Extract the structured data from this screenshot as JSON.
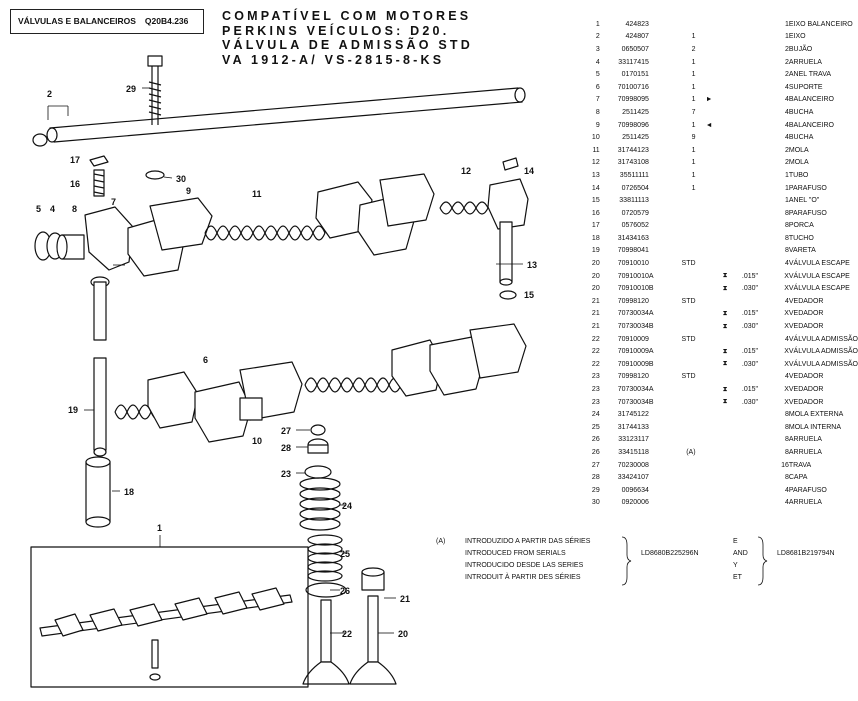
{
  "header": {
    "section": "VÁLVULAS E BALANCEIROS",
    "code": "Q20B4.236"
  },
  "compat_lines": [
    "COMPATÍVEL COM MOTORES",
    "PERKINS VEÍCULOS: D20.",
    "VÁLVULA DE ADMISSÃO STD",
    "VA 1912-A/ VS-2815-8-KS"
  ],
  "callouts": [
    "1",
    "2",
    "4",
    "5",
    "6",
    "7",
    "8",
    "9",
    "10",
    "11",
    "12",
    "13",
    "14",
    "15",
    "16",
    "17",
    "18",
    "19",
    "20",
    "21",
    "22",
    "23",
    "24",
    "25",
    "26",
    "27",
    "28",
    "29",
    "30"
  ],
  "parts": [
    {
      "item": "1",
      "pn": "424823",
      "var": "",
      "qty": "",
      "dir": "",
      "mark": "",
      "ov": "",
      "q2": "1",
      "desc": "EIXO BALANCEIRO"
    },
    {
      "item": "2",
      "pn": "424807",
      "var": "",
      "qty": "1",
      "dir": "",
      "mark": "",
      "ov": "",
      "q2": "1",
      "desc": "EIXO"
    },
    {
      "item": "3",
      "pn": "0650507",
      "var": "",
      "qty": "2",
      "dir": "",
      "mark": "",
      "ov": "",
      "q2": "2",
      "desc": "BUJÃO"
    },
    {
      "item": "4",
      "pn": "33117415",
      "var": "",
      "qty": "1",
      "dir": "",
      "mark": "",
      "ov": "",
      "q2": "2",
      "desc": "ARRUELA"
    },
    {
      "item": "5",
      "pn": "0170151",
      "var": "",
      "qty": "1",
      "dir": "",
      "mark": "",
      "ov": "",
      "q2": "2",
      "desc": "ANEL TRAVA"
    },
    {
      "item": "6",
      "pn": "70100716",
      "var": "",
      "qty": "1",
      "dir": "",
      "mark": "",
      "ov": "",
      "q2": "4",
      "desc": "SUPORTE"
    },
    {
      "item": "7",
      "pn": "70998095",
      "var": "",
      "qty": "1",
      "dir": "►",
      "mark": "",
      "ov": "",
      "q2": "4",
      "desc": "BALANCEIRO"
    },
    {
      "item": "8",
      "pn": "2511425",
      "var": "",
      "qty": "7",
      "dir": "",
      "mark": "",
      "ov": "",
      "q2": "4",
      "desc": "BUCHA"
    },
    {
      "item": "9",
      "pn": "70998096",
      "var": "",
      "qty": "1",
      "dir": "◄",
      "mark": "",
      "ov": "",
      "q2": "4",
      "desc": "BALANCEIRO"
    },
    {
      "item": "10",
      "pn": "2511425",
      "var": "",
      "qty": "9",
      "dir": "",
      "mark": "",
      "ov": "",
      "q2": "4",
      "desc": "BUCHA"
    },
    {
      "item": "11",
      "pn": "31744123",
      "var": "",
      "qty": "1",
      "dir": "",
      "mark": "",
      "ov": "",
      "q2": "2",
      "desc": "MOLA"
    },
    {
      "item": "12",
      "pn": "31743108",
      "var": "",
      "qty": "1",
      "dir": "",
      "mark": "",
      "ov": "",
      "q2": "2",
      "desc": "MOLA"
    },
    {
      "item": "13",
      "pn": "35511111",
      "var": "",
      "qty": "1",
      "dir": "",
      "mark": "",
      "ov": "",
      "q2": "1",
      "desc": "TUBO"
    },
    {
      "item": "14",
      "pn": "0726504",
      "var": "",
      "qty": "1",
      "dir": "",
      "mark": "",
      "ov": "",
      "q2": "1",
      "desc": "PARAFUSO"
    },
    {
      "item": "15",
      "pn": "33811113",
      "var": "",
      "qty": "",
      "dir": "",
      "mark": "",
      "ov": "",
      "q2": "1",
      "desc": "ANEL \"O\""
    },
    {
      "item": "16",
      "pn": "0720579",
      "var": "",
      "qty": "",
      "dir": "",
      "mark": "",
      "ov": "",
      "q2": "8",
      "desc": "PARAFUSO"
    },
    {
      "item": "17",
      "pn": "0576052",
      "var": "",
      "qty": "",
      "dir": "",
      "mark": "",
      "ov": "",
      "q2": "8",
      "desc": "PORCA"
    },
    {
      "item": "18",
      "pn": "31434163",
      "var": "",
      "qty": "",
      "dir": "",
      "mark": "",
      "ov": "",
      "q2": "8",
      "desc": "TUCHO"
    },
    {
      "item": "19",
      "pn": "70998041",
      "var": "",
      "qty": "",
      "dir": "",
      "mark": "",
      "ov": "",
      "q2": "8",
      "desc": "VARETA"
    },
    {
      "item": "20",
      "pn": "70910010",
      "var": "",
      "qty": "STD",
      "dir": "",
      "mark": "",
      "ov": "",
      "q2": "4",
      "desc": "VÁLVULA ESCAPE"
    },
    {
      "item": "20",
      "pn": "70910010",
      "var": "A",
      "qty": "",
      "dir": "",
      "mark": "⧗",
      "ov": ".015\"",
      "q2": "X",
      "desc": "VÁLVULA ESCAPE"
    },
    {
      "item": "20",
      "pn": "70910010",
      "var": "B",
      "qty": "",
      "dir": "",
      "mark": "⧗",
      "ov": ".030\"",
      "q2": "X",
      "desc": "VÁLVULA ESCAPE"
    },
    {
      "item": "21",
      "pn": "70998120",
      "var": "",
      "qty": "STD",
      "dir": "",
      "mark": "",
      "ov": "",
      "q2": "4",
      "desc": "VEDADOR"
    },
    {
      "item": "21",
      "pn": "70730034",
      "var": "A",
      "qty": "",
      "dir": "",
      "mark": "⧗",
      "ov": ".015\"",
      "q2": "X",
      "desc": "VEDADOR"
    },
    {
      "item": "21",
      "pn": "70730034",
      "var": "B",
      "qty": "",
      "dir": "",
      "mark": "⧗",
      "ov": ".030\"",
      "q2": "X",
      "desc": "VEDADOR"
    },
    {
      "item": "22",
      "pn": "70910009",
      "var": "",
      "qty": "STD",
      "dir": "",
      "mark": "",
      "ov": "",
      "q2": "4",
      "desc": "VÁLVULA ADMISSÃO"
    },
    {
      "item": "22",
      "pn": "70910009",
      "var": "A",
      "qty": "",
      "dir": "",
      "mark": "⧗",
      "ov": ".015\"",
      "q2": "X",
      "desc": "VÁLVULA ADMISSÃO"
    },
    {
      "item": "22",
      "pn": "70910009",
      "var": "B",
      "qty": "",
      "dir": "",
      "mark": "⧗",
      "ov": ".030\"",
      "q2": "X",
      "desc": "VÁLVULA ADMISSÃO"
    },
    {
      "item": "23",
      "pn": "70998120",
      "var": "",
      "qty": "STD",
      "dir": "",
      "mark": "",
      "ov": "",
      "q2": "4",
      "desc": "VEDADOR"
    },
    {
      "item": "23",
      "pn": "70730034",
      "var": "A",
      "qty": "",
      "dir": "",
      "mark": "⧗",
      "ov": ".015\"",
      "q2": "X",
      "desc": "VEDADOR"
    },
    {
      "item": "23",
      "pn": "70730034",
      "var": "B",
      "qty": "",
      "dir": "",
      "mark": "⧗",
      "ov": ".030\"",
      "q2": "X",
      "desc": "VEDADOR"
    },
    {
      "item": "24",
      "pn": "31745122",
      "var": "",
      "qty": "",
      "dir": "",
      "mark": "",
      "ov": "",
      "q2": "8",
      "desc": "MOLA EXTERNA"
    },
    {
      "item": "25",
      "pn": "31744133",
      "var": "",
      "qty": "",
      "dir": "",
      "mark": "",
      "ov": "",
      "q2": "8",
      "desc": "MOLA INTERNA"
    },
    {
      "item": "26",
      "pn": "33123117",
      "var": "",
      "qty": "",
      "dir": "",
      "mark": "",
      "ov": "",
      "q2": "8",
      "desc": "ARRUELA"
    },
    {
      "item": "26",
      "pn": "33415118",
      "var": "",
      "qty": "(A)",
      "dir": "",
      "mark": "",
      "ov": "",
      "q2": "8",
      "desc": "ARRUELA"
    },
    {
      "item": "27",
      "pn": "70230008",
      "var": "",
      "qty": "",
      "dir": "",
      "mark": "",
      "ov": "",
      "q2": "16",
      "desc": "TRAVA"
    },
    {
      "item": "28",
      "pn": "33424107",
      "var": "",
      "qty": "",
      "dir": "",
      "mark": "",
      "ov": "",
      "q2": "8",
      "desc": "CAPA"
    },
    {
      "item": "29",
      "pn": "0096634",
      "var": "",
      "qty": "",
      "dir": "",
      "mark": "",
      "ov": "",
      "q2": "4",
      "desc": "PARAFUSO"
    },
    {
      "item": "30",
      "pn": "0920006",
      "var": "",
      "qty": "",
      "dir": "",
      "mark": "",
      "ov": "",
      "q2": "4",
      "desc": "ARRUELA"
    }
  ],
  "intro": {
    "marker": "(A)",
    "lines": [
      "INTRODUZIDO A PARTIR DAS SÉRIES",
      "INTRODUCED FROM SERIALS",
      "INTRODUCIDO DESDE LAS SERIES",
      "INTRODUIT À PARTIR DES SÉRIES"
    ],
    "serial_from": "LD8680B225296N",
    "conjunctions": [
      "E",
      "AND",
      "Y",
      "ET"
    ],
    "serial_to": "LD8681B219794N"
  }
}
